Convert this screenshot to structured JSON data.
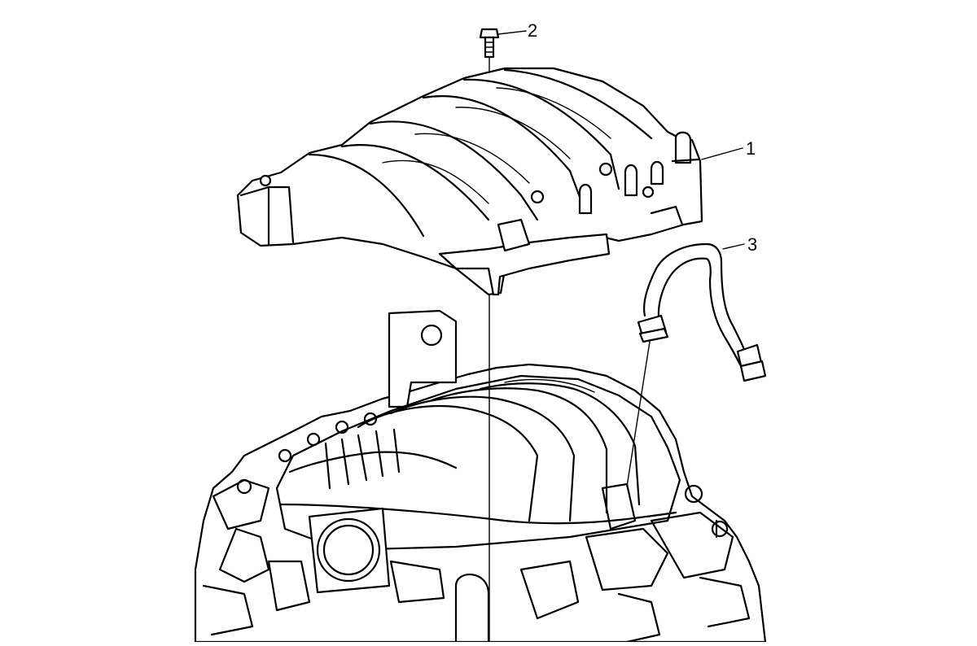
{
  "callouts": {
    "cover": "1",
    "bolt": "2",
    "hose": "3"
  }
}
